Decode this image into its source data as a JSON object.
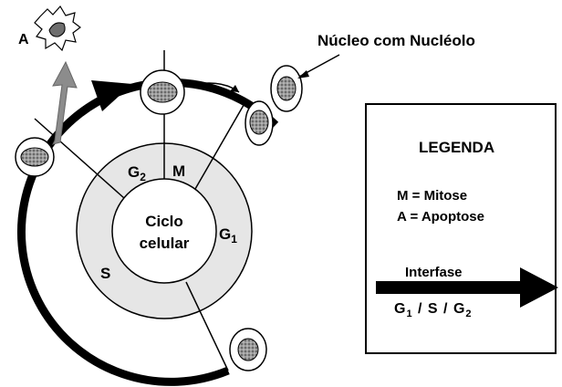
{
  "labels": {
    "nucleus_callout": "Núcleo com Nucléolo",
    "apoptosis_marker": "A",
    "center_line1": "Ciclo",
    "center_line2": "celular",
    "phase_g2_letter": "G",
    "phase_g2_sub": "2",
    "phase_m": "M",
    "phase_g1_letter": "G",
    "phase_g1_sub": "1",
    "phase_s": "S"
  },
  "legend": {
    "title": "LEGENDA",
    "mitose": "M = Mitose",
    "apoptose": "A = Apoptose",
    "interfase": "Interfase",
    "phases": {
      "g1_letter": "G",
      "g1_sub": "1",
      "sep1": " / ",
      "s": "S",
      "sep2": " / ",
      "g2_letter": "G",
      "g2_sub": "2"
    }
  },
  "colors": {
    "ring_fill": "#e6e6e6",
    "outline": "#000000",
    "apoptosis_arrow": "#8c8c8c",
    "nucleus_fill": "#8a8a8a"
  }
}
